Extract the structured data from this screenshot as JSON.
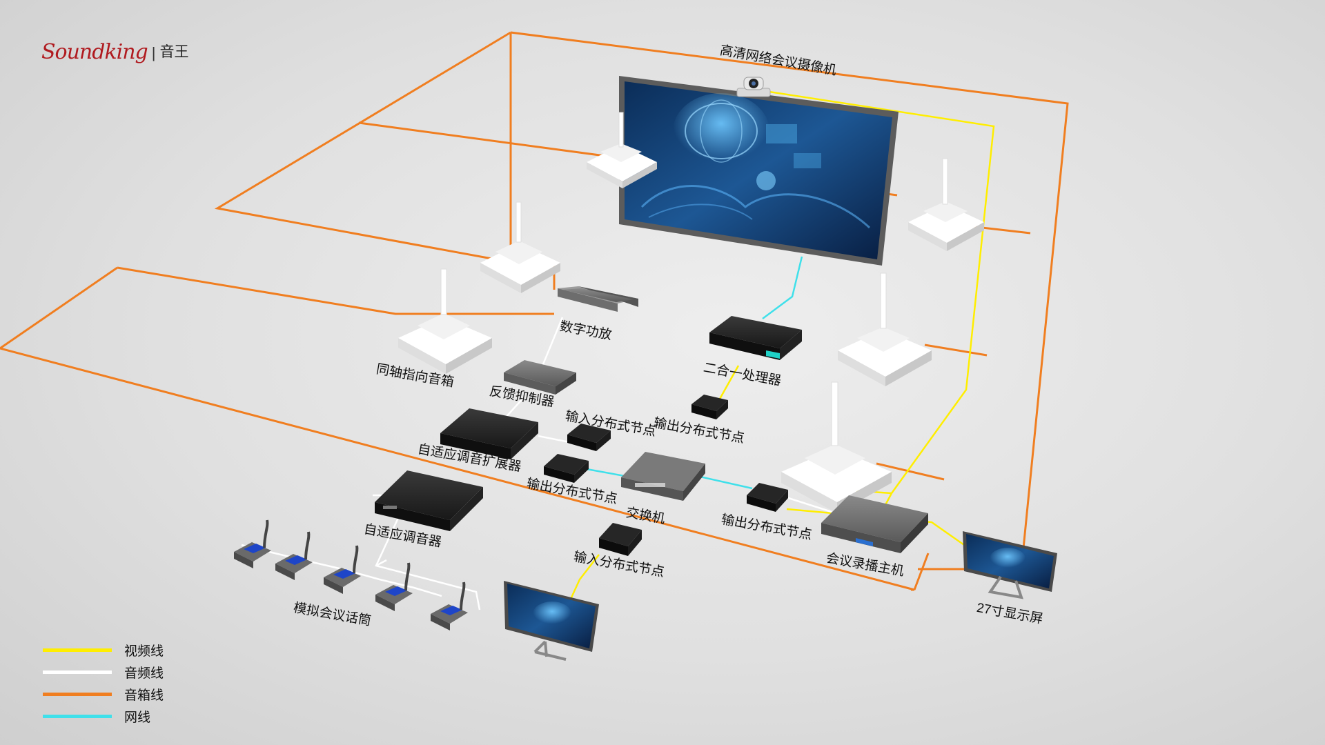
{
  "logo": {
    "brand": "Soundking",
    "separator": "|",
    "chinese": "音王"
  },
  "colors": {
    "video": "#ffee00",
    "audio": "#ffffff",
    "speaker": "#f07e20",
    "network": "#3fe0ea"
  },
  "labels": {
    "camera": "高清网络会议摄像机",
    "amp": "数字功放",
    "speaker": "同轴指向音箱",
    "processor": "二合一处理器",
    "feedback": "反馈抑制器",
    "input_node_1": "输入分布式节点",
    "output_node_1": "输出分布式节点",
    "expander": "自适应调音扩展器",
    "output_node_2": "输出分布式节点",
    "switch": "交换机",
    "output_node_3": "输出分布式节点",
    "mixer": "自适应调音器",
    "input_node_2": "输入分布式节点",
    "recorder": "会议录播主机",
    "microphones": "模拟会议话筒",
    "monitor_27": "27寸显示屏"
  },
  "legend": [
    {
      "label": "视频线",
      "color": "#ffee00"
    },
    {
      "label": "音频线",
      "color": "#ffffff"
    },
    {
      "label": "音箱线",
      "color": "#f07e20"
    },
    {
      "label": "网线",
      "color": "#3fe0ea"
    }
  ]
}
